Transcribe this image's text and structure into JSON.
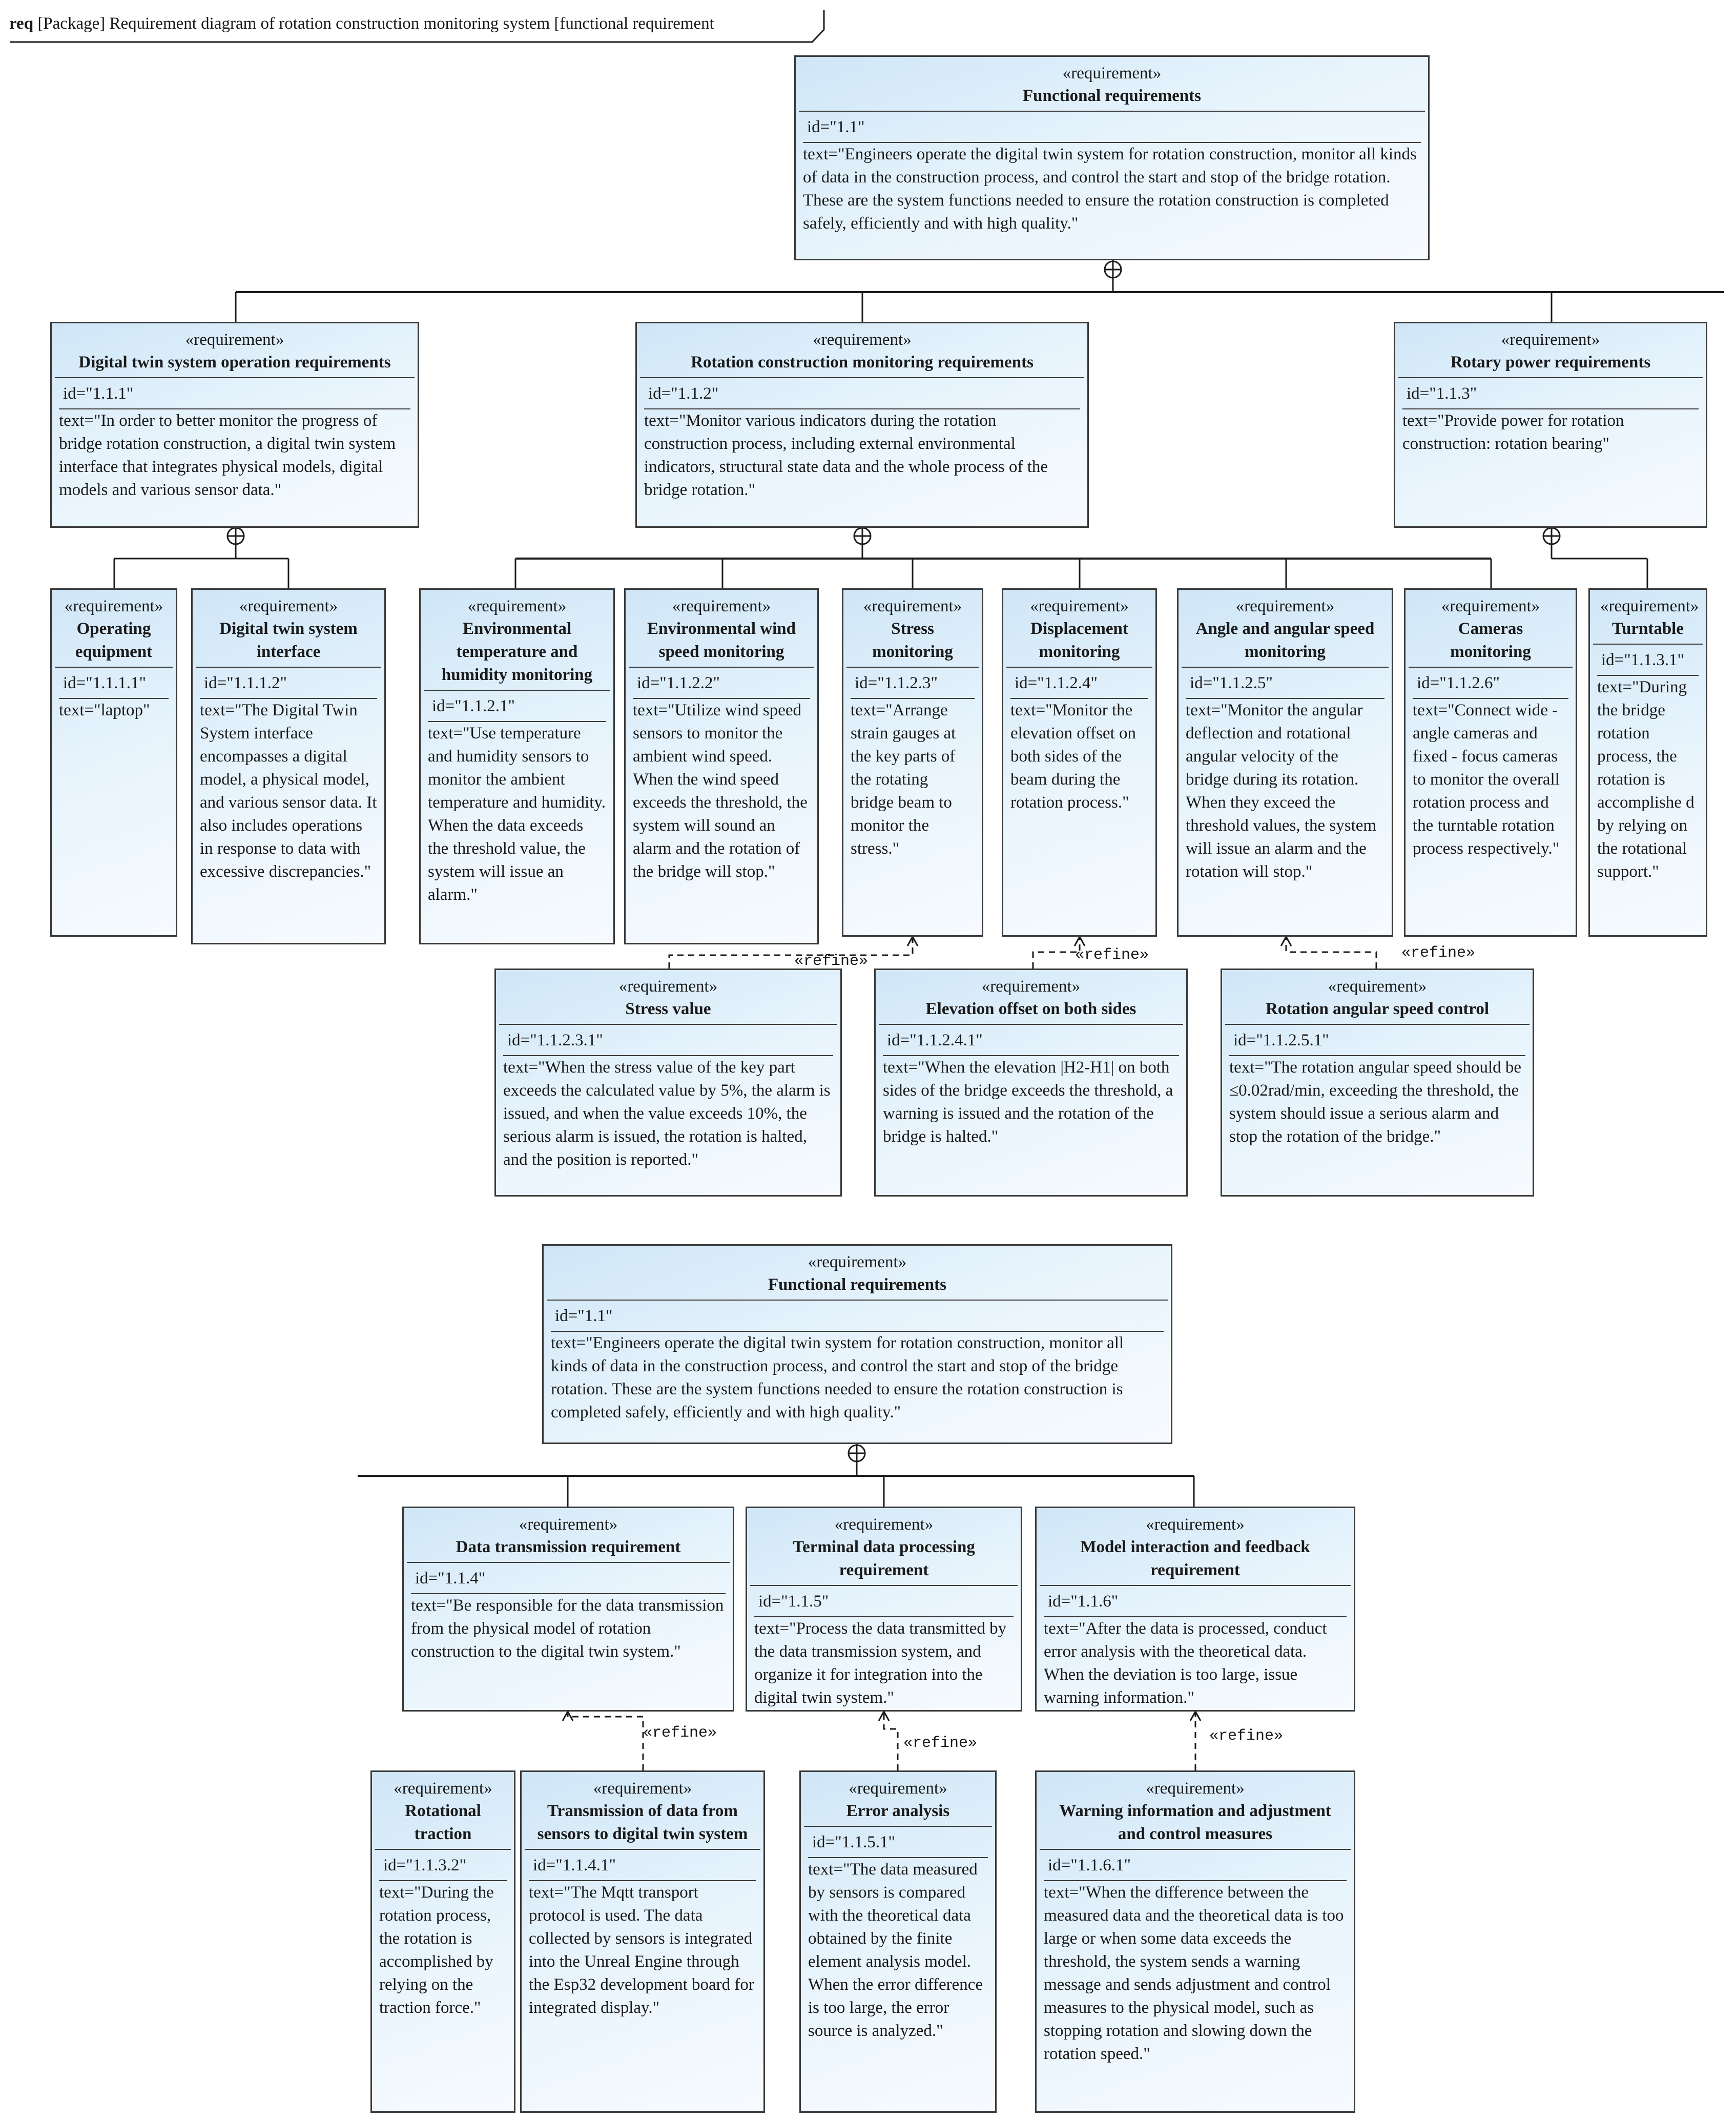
{
  "frame": {
    "kind": "req",
    "title": "[Package] Requirement diagram of rotation construction monitoring system [functional requirement"
  },
  "stereotype": "«requirement»",
  "refine_label": "«refine»",
  "requirements": {
    "r11_top": {
      "name": "Functional requirements",
      "id": "id=\"1.1\"",
      "text": "text=\"Engineers operate the digital twin system for rotation construction, monitor all kinds of data in the construction process, and control the start and stop of the bridge rotation. These are the system functions needed to ensure the rotation construction is completed safely, efficiently and with high quality.\""
    },
    "r111": {
      "name": "Digital twin system operation requirements",
      "id": "id=\"1.1.1\"",
      "text": "text=\"In order to better monitor the progress of bridge rotation construction, a digital twin system interface that integrates physical models, digital models and various sensor data.\""
    },
    "r112": {
      "name": "Rotation construction monitoring requirements",
      "id": "id=\"1.1.2\"",
      "text": "text=\"Monitor various indicators during the rotation construction process, including external environmental indicators, structural state data and the whole process of the bridge rotation.\""
    },
    "r113": {
      "name": "Rotary  power requirements",
      "id": "id=\"1.1.3\"",
      "text": "text=\"Provide power for rotation construction: rotation bearing\""
    },
    "r1111": {
      "name": "Operating equipment",
      "id": "id=\"1.1.1.1\"",
      "text": "text=\"laptop\""
    },
    "r1112": {
      "name": "Digital twin system interface",
      "id": "id=\"1.1.1.2\"",
      "text": "text=\"The Digital Twin System interface encompasses a digital model, a physical model, and various sensor data. It also includes operations in response to data with excessive discrepancies.\""
    },
    "r1121": {
      "name": "Environmental temperature and humidity monitoring",
      "id": "id=\"1.1.2.1\"",
      "text": "text=\"Use temperature and humidity sensors to monitor the ambient temperature and humidity. When the data exceeds the threshold value, the system will issue an alarm.\""
    },
    "r1122": {
      "name": "Environmental wind speed monitoring",
      "id": "id=\"1.1.2.2\"",
      "text": "text=\"Utilize wind speed sensors to monitor the ambient wind speed. When the wind speed exceeds the threshold, the system will sound an alarm and the rotation of the bridge will stop.\""
    },
    "r1123": {
      "name": "Stress monitoring",
      "id": "id=\"1.1.2.3\"",
      "text": "text=\"Arrange strain gauges at the key parts of the rotating bridge beam to monitor the stress.\""
    },
    "r1124": {
      "name": "Displacement monitoring",
      "id": "id=\"1.1.2.4\"",
      "text": "text=\"Monitor the elevation offset on both sides of the beam during the rotation process.\""
    },
    "r1125": {
      "name": "Angle and angular speed monitoring",
      "id": "id=\"1.1.2.5\"",
      "text": "text=\"Monitor the angular deflection and rotational angular velocity of the bridge during its rotation. When they exceed the threshold values, the system will issue an alarm and the rotation will stop.\""
    },
    "r1126": {
      "name": "Cameras monitoring",
      "id": "id=\"1.1.2.6\"",
      "text": "text=\"Connect wide - angle cameras and fixed - focus cameras to monitor the overall rotation process and the turntable rotation process respectively.\""
    },
    "r1131": {
      "name": "Turntable",
      "id": "id=\"1.1.3.1\"",
      "text": "text=\"During the bridge rotation process, the rotation is accomplishe d by relying on the rotational support.\""
    },
    "r11231": {
      "name": "Stress value",
      "id": "id=\"1.1.2.3.1\"",
      "text": "text=\"When the stress value of the key part exceeds the calculated value by 5%, the alarm is issued, and when the value exceeds 10%, the serious alarm is issued, the rotation is halted, and the position is reported.\""
    },
    "r11241": {
      "name": "Elevation offset on both sides",
      "id": "id=\"1.1.2.4.1\"",
      "text": "text=\"When the elevation |H2-H1| on both sides of the bridge exceeds the threshold, a warning is issued and the rotation of the bridge is halted.\""
    },
    "r11251": {
      "name": "Rotation angular speed control",
      "id": "id=\"1.1.2.5.1\"",
      "text": "text=\"The rotation angular speed should be ≤0.02rad/min, exceeding the threshold, the system should issue a serious alarm and stop the rotation of the bridge.\""
    },
    "r11_bottom": {
      "name": "Functional requirements",
      "id": "id=\"1.1\"",
      "text": "text=\"Engineers operate the digital twin system for rotation construction, monitor all kinds of data in the construction process, and control the start and stop of the bridge rotation. These are the system functions needed to ensure the rotation construction is completed safely, efficiently and with high quality.\""
    },
    "r114": {
      "name": "Data transmission requirement",
      "id": "id=\"1.1.4\"",
      "text": "text=\"Be responsible for the data transmission from the physical model of rotation construction to the digital twin system.\""
    },
    "r115": {
      "name": "Terminal data processing requirement",
      "id": "id=\"1.1.5\"",
      "text": "text=\"Process the data transmitted by the data transmission system, and organize it for integration into the digital twin system.\""
    },
    "r116": {
      "name": "Model interaction and feedback requirement",
      "id": "id=\"1.1.6\"",
      "text": "text=\"After the data is processed, conduct error analysis with the theoretical data. When the deviation is too large, issue warning information.\""
    },
    "r1132": {
      "name": "Rotational traction",
      "id": "id=\"1.1.3.2\"",
      "text": "text=\"During the rotation process, the rotation is accomplished by relying on the traction force.\""
    },
    "r1141": {
      "name": "Transmission of data from sensors to digital twin system",
      "id": "id=\"1.1.4.1\"",
      "text": "text=\"The Mqtt transport protocol is used. The data collected by sensors is integrated into the Unreal Engine through the Esp32 development board for integrated display.\""
    },
    "r1151": {
      "name": "Error analysis",
      "id": "id=\"1.1.5.1\"",
      "text": "text=\"The data measured by sensors is compared with the theoretical data obtained by the finite element analysis model. When the error difference is too large, the error source is analyzed.\""
    },
    "r1161": {
      "name": "Warning information and adjustment and control measures",
      "id": "id=\"1.1.6.1\"",
      "text": "text=\"When the difference between the measured data and the theoretical data is too large or when some data exceeds the threshold, the system sends a warning message and sends adjustment and control measures to the physical model, such as stopping rotation and slowing down the rotation speed.\""
    }
  }
}
